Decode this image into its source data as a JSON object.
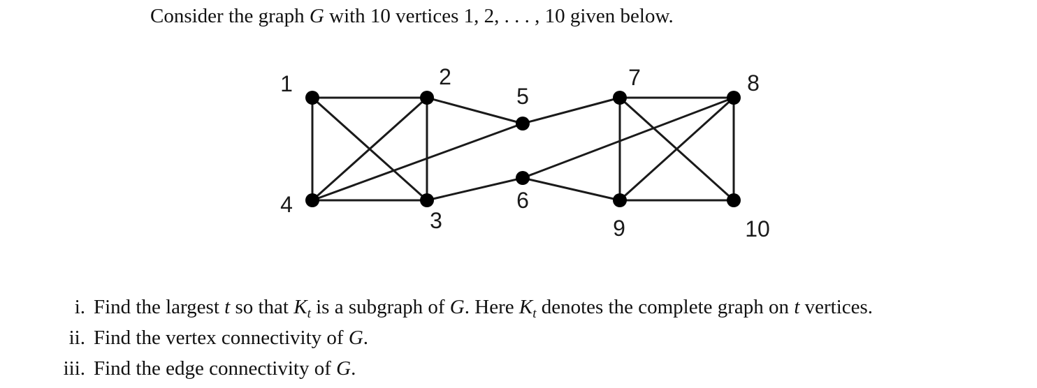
{
  "intro": {
    "prefix": "Consider the graph ",
    "graph_symbol": "G",
    "middle": " with 10 vertices ",
    "vertex_list": "1, 2, . . . , 10",
    "suffix": " given below."
  },
  "graph": {
    "vertices": [
      {
        "id": "1",
        "label": "1"
      },
      {
        "id": "2",
        "label": "2"
      },
      {
        "id": "3",
        "label": "3"
      },
      {
        "id": "4",
        "label": "4"
      },
      {
        "id": "5",
        "label": "5"
      },
      {
        "id": "6",
        "label": "6"
      },
      {
        "id": "7",
        "label": "7"
      },
      {
        "id": "8",
        "label": "8"
      },
      {
        "id": "9",
        "label": "9"
      },
      {
        "id": "10",
        "label": "10"
      }
    ],
    "edges": [
      [
        "1",
        "2"
      ],
      [
        "1",
        "4"
      ],
      [
        "1",
        "3"
      ],
      [
        "2",
        "4"
      ],
      [
        "2",
        "3"
      ],
      [
        "4",
        "3"
      ],
      [
        "2",
        "5"
      ],
      [
        "4",
        "5"
      ],
      [
        "5",
        "7"
      ],
      [
        "3",
        "6"
      ],
      [
        "6",
        "8"
      ],
      [
        "6",
        "9"
      ],
      [
        "7",
        "8"
      ],
      [
        "7",
        "9"
      ],
      [
        "7",
        "10"
      ],
      [
        "8",
        "9"
      ],
      [
        "8",
        "10"
      ],
      [
        "9",
        "10"
      ]
    ]
  },
  "questions": [
    {
      "number": "i.",
      "parts": [
        {
          "t": "Find the largest "
        },
        {
          "t": "t",
          "math": true
        },
        {
          "t": " so that "
        },
        {
          "t": "K",
          "math": true,
          "sub": "t"
        },
        {
          "t": " is a subgraph of "
        },
        {
          "t": "G",
          "math": true
        },
        {
          "t": ". Here "
        },
        {
          "t": "K",
          "math": true,
          "sub": "t"
        },
        {
          "t": " denotes the complete graph on "
        },
        {
          "t": "t",
          "math": true
        },
        {
          "t": " vertices."
        }
      ]
    },
    {
      "number": "ii.",
      "parts": [
        {
          "t": "Find the vertex connectivity of "
        },
        {
          "t": "G",
          "math": true
        },
        {
          "t": "."
        }
      ]
    },
    {
      "number": "iii.",
      "parts": [
        {
          "t": "Find the edge connectivity of "
        },
        {
          "t": "G",
          "math": true
        },
        {
          "t": "."
        }
      ]
    }
  ]
}
